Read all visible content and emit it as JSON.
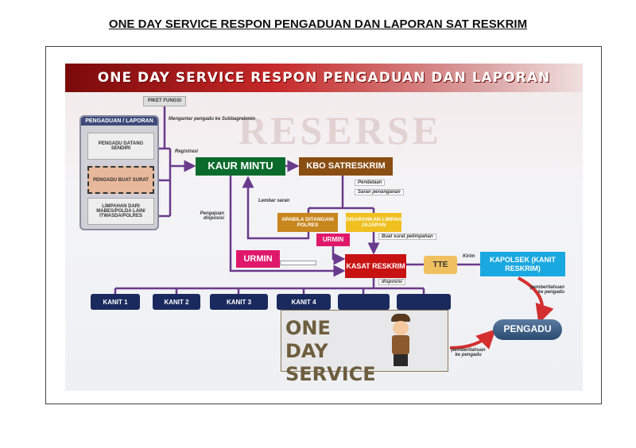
{
  "document_title": "ONE DAY SERVICE RESPON PENGADUAN DAN LAPORAN  SAT RESKRIM",
  "diagram": {
    "banner_title": "ONE DAY SERVICE RESPON PENGADUAN DAN LAPORAN",
    "watermark": "RESERSE",
    "piket_fungsi": "PIKET FUNGSI",
    "panel": {
      "title": "PENGADUAN / LAPORAN",
      "items": [
        "PENGADU DATANG SENDIRI",
        "PENGADU BUAT SURAT",
        "LIMPAHAN DARI MABES/POLDA LAIN/ ITWASDA/POLRES"
      ]
    },
    "labels": {
      "mengantar": "Mengantar pengadu ke Subbagrebmin",
      "registrasi": "Registrasi",
      "pendataan": "Pendataan",
      "saran_penanganan": "Saran penanganan",
      "lembar_saran": "Lembar saran",
      "pengajuan_disposisi": "Pengajuan disposisi",
      "buat_surat": "Buat surat pelimpahan",
      "kirim": "Kirim",
      "disposisi": "disposisi",
      "pemberitahuan_1": "pemberitahuan ke pengadu",
      "pemberitahuan_2": "pemberitahuan ke pengadu"
    },
    "nodes": {
      "kaur_mintu": "KAUR MINTU",
      "kbo": "KBO SATRESKRIM",
      "apabila": "APABILA DITANGANI POLRES",
      "disarankan": "DISARANKAN LIMPAH JAJARAN",
      "urmin_small": "URMIN",
      "urmin_big": "URMIN",
      "kasat": "KASAT RESKRIM",
      "tte": "TTE",
      "kapolsek": "KAPOLSEK (KANIT RESKRIM)",
      "pengadu": "PENGADU"
    },
    "kanit": [
      "KANIT 1",
      "KANIT 2",
      "KANIT 3",
      "KANIT 4",
      "",
      ""
    ],
    "one_day_service": "ONE DAY SERVICE",
    "colors": {
      "green": "#0b6b2c",
      "brown": "#8a4e12",
      "red": "#c81212",
      "pink": "#e0186c",
      "cyan": "#1aa8e0",
      "navy": "#1b2a5e",
      "line": "#6a3a8c"
    }
  }
}
